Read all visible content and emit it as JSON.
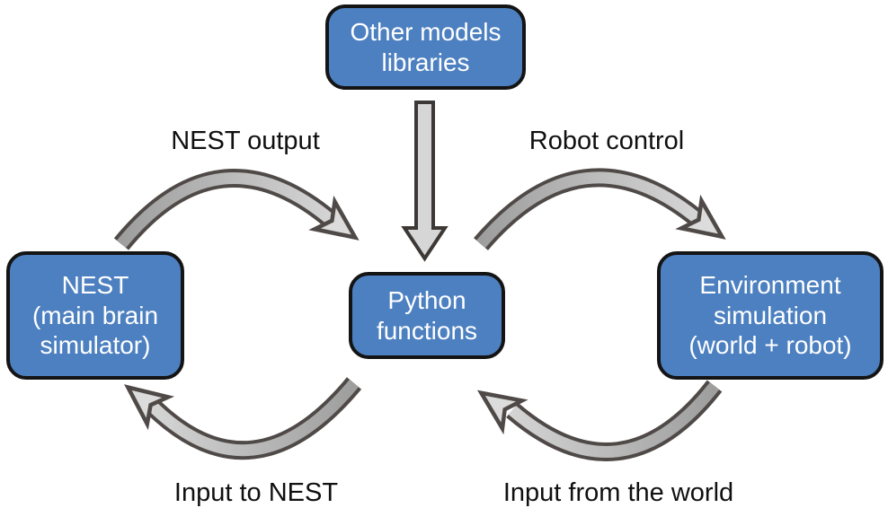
{
  "boxes": {
    "other_models": {
      "lines": [
        "Other models",
        "libraries"
      ]
    },
    "nest": {
      "lines": [
        "NEST",
        "(main brain",
        "simulator)"
      ]
    },
    "python": {
      "lines": [
        "Python",
        "functions"
      ]
    },
    "environment": {
      "lines": [
        "Environment",
        "simulation",
        "(world + robot)"
      ]
    }
  },
  "arrows": [
    {
      "name": "other-models-to-python",
      "label": "",
      "from": "Other models libraries",
      "to": "Python functions",
      "style": "straight-down"
    },
    {
      "name": "nest-output",
      "label": "NEST output",
      "from": "NEST (main brain simulator)",
      "to": "Python functions",
      "style": "curved"
    },
    {
      "name": "robot-control",
      "label": "Robot control",
      "from": "Python functions",
      "to": "Environment simulation (world + robot)",
      "style": "curved"
    },
    {
      "name": "input-to-nest",
      "label": "Input to NEST",
      "from": "Python functions",
      "to": "NEST (main brain simulator)",
      "style": "curved"
    },
    {
      "name": "input-from-world",
      "label": "Input from the world",
      "from": "Environment simulation (world + robot)",
      "to": "Python functions",
      "style": "curved"
    }
  ],
  "colors": {
    "background": "#ffffff",
    "box_fill": "#4d80c0",
    "box_border": "#141414",
    "box_text": "#ffffff",
    "label_text": "#101010",
    "arrow_outline": "#4f4a47",
    "arrow_fill_dark": "#9e9e9e",
    "arrow_fill_light": "#dcdcdc",
    "straight_arrow_fill": "#d6d6d6",
    "straight_arrow_outline": "#3c3835"
  }
}
